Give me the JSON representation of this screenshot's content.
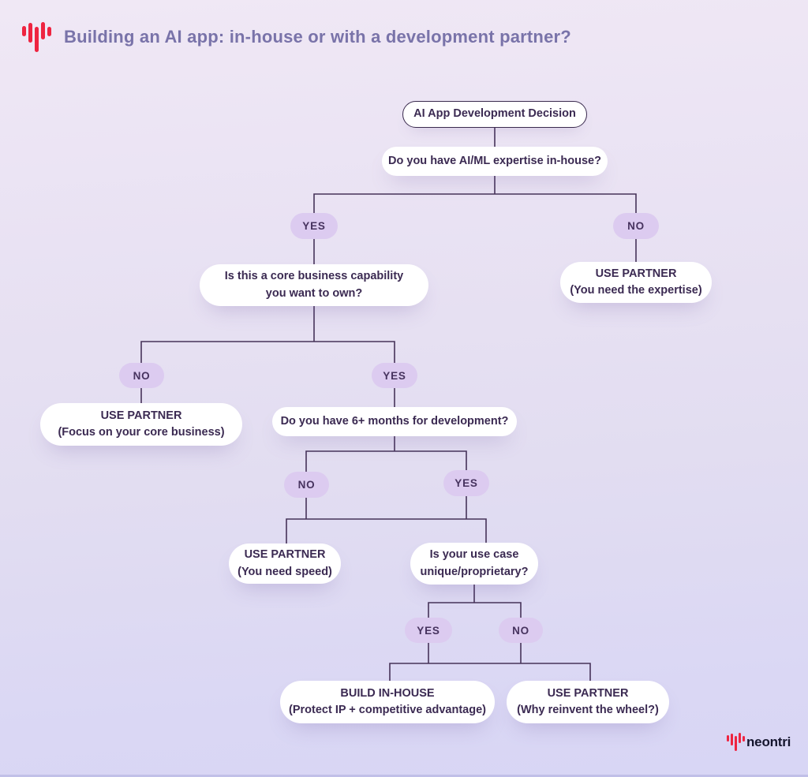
{
  "header": {
    "title": "Building an AI app: in-house or with a development partner?"
  },
  "brand": {
    "name": "neontri"
  },
  "colors": {
    "accent_red": "#ee2440",
    "pill_lavender": "#dccbf0",
    "node_text_purple": "#3b2a52",
    "line_purple": "#463359",
    "title_purple": "#7973a9",
    "background_top": "#f0e8f5",
    "background_bottom": "#d8d6f5"
  },
  "flow": {
    "root": {
      "label": "AI App Development Decision"
    },
    "q_expertise": {
      "label": "Do you have AI/ML expertise in-house?"
    },
    "yes1": {
      "label": "YES"
    },
    "no1": {
      "label": "NO"
    },
    "q_core": {
      "line1": "Is this a core business capability",
      "line2": "you want to own?"
    },
    "r_expertise": {
      "line1": "USE PARTNER",
      "line2": "(You need the expertise)"
    },
    "no2": {
      "label": "NO"
    },
    "yes2": {
      "label": "YES"
    },
    "r_core": {
      "line1": "USE PARTNER",
      "line2": "(Focus on your core business)"
    },
    "q_months": {
      "label": "Do you have 6+ months for development?"
    },
    "no3": {
      "label": "NO"
    },
    "yes3": {
      "label": "YES"
    },
    "r_speed": {
      "line1": "USE PARTNER",
      "line2": "(You need speed)"
    },
    "q_unique": {
      "line1": "Is your use case",
      "line2": "unique/proprietary?"
    },
    "yes4": {
      "label": "YES"
    },
    "no4": {
      "label": "NO"
    },
    "r_build": {
      "line1": "BUILD IN-HOUSE",
      "line2": "(Protect IP + competitive advantage)"
    },
    "r_wheel": {
      "line1": "USE PARTNER",
      "line2": "(Why reinvent the wheel?)"
    }
  }
}
